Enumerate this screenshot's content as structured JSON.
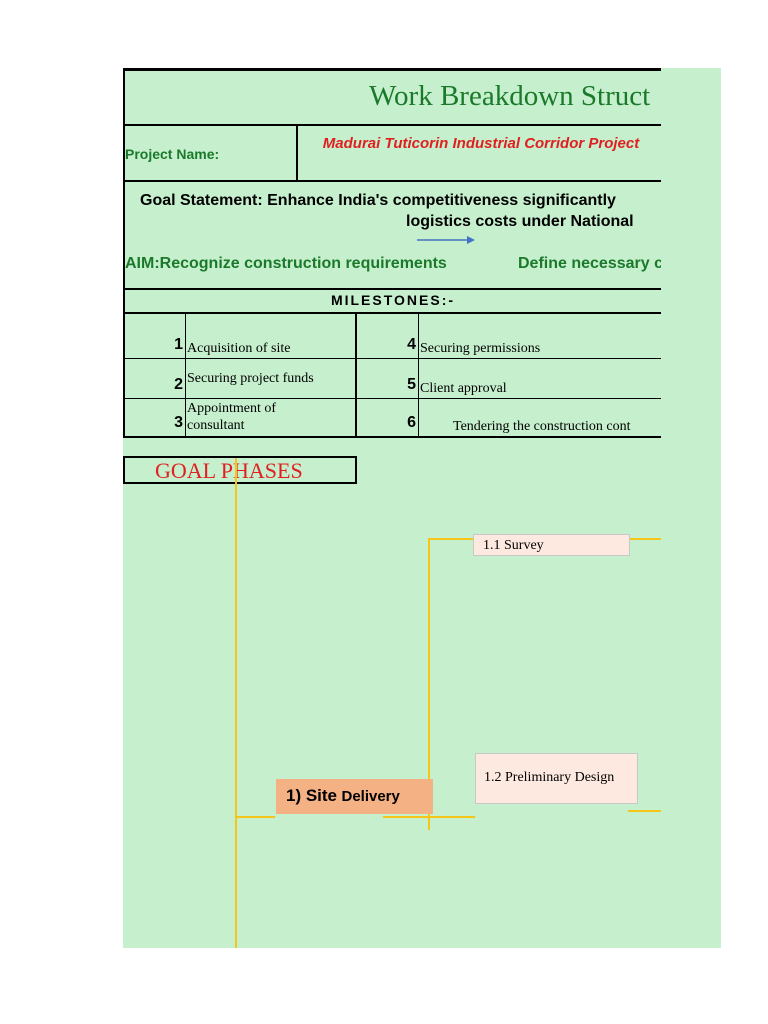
{
  "header": {
    "title": "Work Breakdown Struct",
    "project_name_label": "Project Name:",
    "project_name_value": "Madurai Tuticorin Industrial Corridor Project"
  },
  "goal": {
    "line1": "Goal Statement: Enhance India's competitiveness significantly",
    "line2": "logistics costs under National"
  },
  "aim": {
    "left": "AIM:Recognize construction requirements",
    "right": "Define necessary c"
  },
  "milestones": {
    "heading": "MILESTONES:-",
    "items": [
      {
        "num": "1",
        "text": "Acquisition of site"
      },
      {
        "num": "2",
        "text": "Securing project funds"
      },
      {
        "num": "3",
        "text": "Appointment of consultant"
      },
      {
        "num": "4",
        "text": "Securing permissions"
      },
      {
        "num": "5",
        "text": "Client approval"
      },
      {
        "num": "6",
        "text": "Tendering the construction cont"
      }
    ]
  },
  "phases": {
    "heading": "GOAL PHASES",
    "site_num": "1) Site",
    "site_label": "Delivery",
    "survey": "1.1 Survey",
    "prelim": "1.2 Preliminary Design"
  },
  "colors": {
    "sheet_bg": "#c6efce",
    "title_green": "#1a7a2a",
    "red": "#e02020",
    "connector": "#f5c518",
    "site_box": "#f4b183",
    "sub_box": "#fde9e0"
  }
}
